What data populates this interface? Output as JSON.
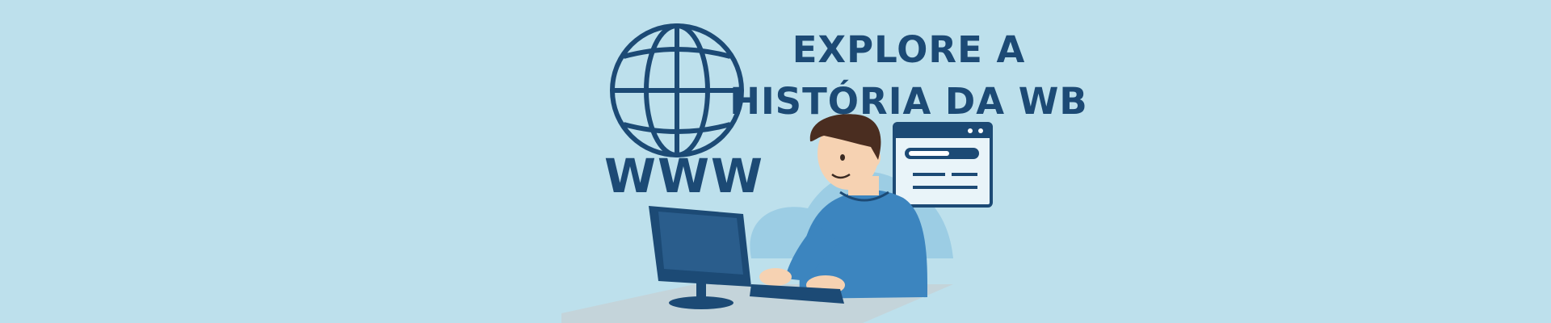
{
  "banner": {
    "headline_line1": "EXPLORE A",
    "headline_line2": "HISTÓRIA DA WB",
    "www_label": "WWW"
  },
  "colors": {
    "background": "#bde0ec",
    "navy": "#1c4a75",
    "shirt": "#3c85bf",
    "skin": "#f6d2b2",
    "hair": "#4a2d20",
    "desk": "#c4d4da"
  },
  "icons": [
    "globe-icon",
    "browser-window-icon",
    "computer-monitor-icon",
    "keyboard-icon"
  ]
}
